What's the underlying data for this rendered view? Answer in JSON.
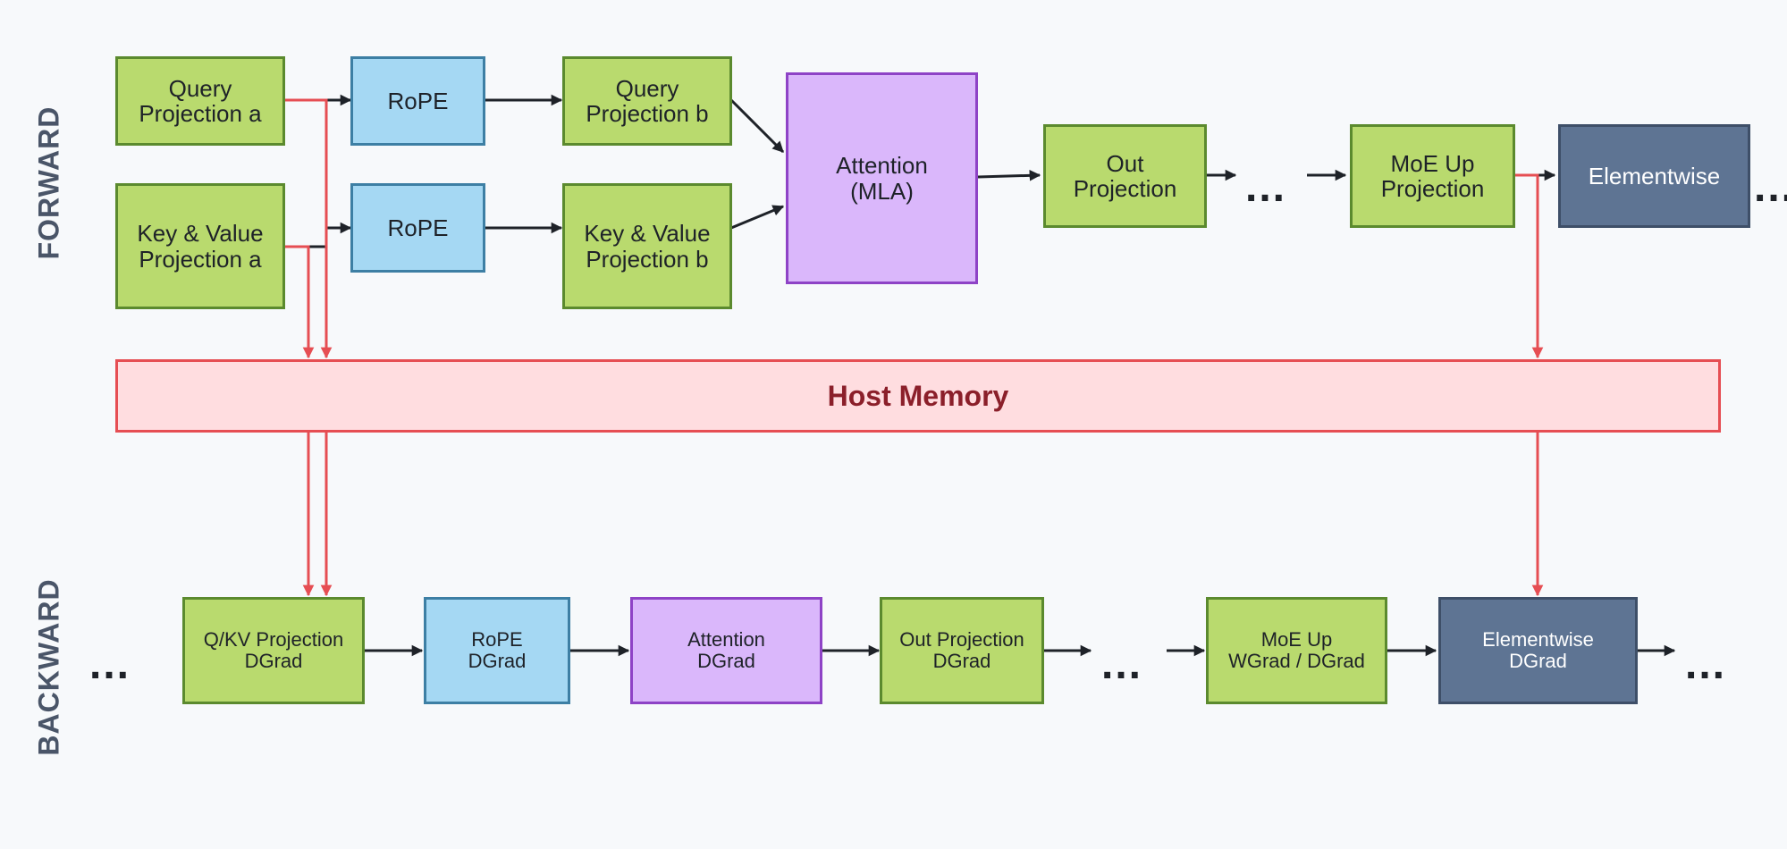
{
  "section_labels": {
    "forward": "FORWARD",
    "backward": "BACKWARD"
  },
  "ellipsis": "...",
  "forward": {
    "query_projection_a": "Query\nProjection a",
    "kv_projection_a": "Key & Value\nProjection a",
    "rope_q": "RoPE",
    "rope_kv": "RoPE",
    "query_projection_b": "Query\nProjection b",
    "kv_projection_b": "Key & Value\nProjection b",
    "attention": "Attention\n(MLA)",
    "out_projection": "Out\nProjection",
    "moe_up_projection": "MoE Up\nProjection",
    "elementwise": "Elementwise"
  },
  "host_memory": "Host Memory",
  "backward": {
    "qkv_projection_dgrad": "Q/KV Projection\nDGrad",
    "rope_dgrad": "RoPE\nDGrad",
    "attention_dgrad": "Attention\nDGrad",
    "out_projection_dgrad": "Out Projection\nDGrad",
    "moe_up_grad": "MoE Up\nWGrad / DGrad",
    "elementwise_dgrad": "Elementwise\nDGrad"
  },
  "colors": {
    "compute_green": "#b9da6e",
    "rope_blue": "#a5d8f3",
    "attention_purple": "#dab7fb",
    "elementwise_slate": "#5e7493",
    "host_memory_fill": "#ffdde0",
    "offload_arrow_red": "#e64e53",
    "flow_arrow": "#1e2228"
  }
}
